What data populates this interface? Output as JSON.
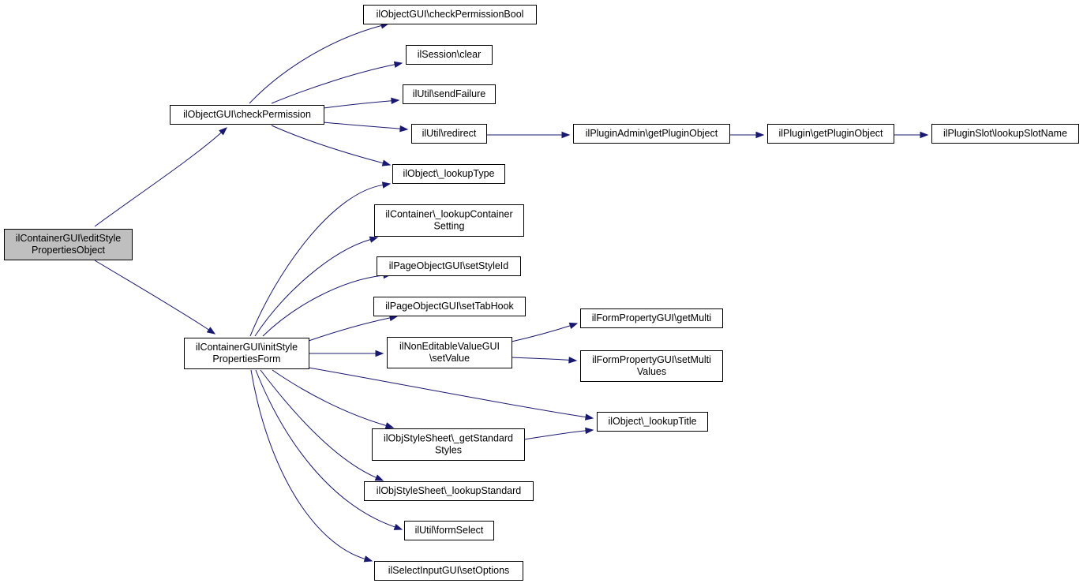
{
  "graph": {
    "nodes": [
      {
        "id": "root",
        "lines": [
          "ilContainerGUI\\editStyle",
          "PropertiesObject"
        ],
        "highlight": true
      },
      {
        "id": "checkPermission",
        "lines": [
          "ilObjectGUI\\checkPermission"
        ]
      },
      {
        "id": "initForm",
        "lines": [
          "ilContainerGUI\\initStyle",
          "PropertiesForm"
        ]
      },
      {
        "id": "checkPermissionBool",
        "lines": [
          "ilObjectGUI\\checkPermissionBool"
        ]
      },
      {
        "id": "sessionClear",
        "lines": [
          "ilSession\\clear"
        ]
      },
      {
        "id": "sendFailure",
        "lines": [
          "ilUtil\\sendFailure"
        ]
      },
      {
        "id": "redirect",
        "lines": [
          "ilUtil\\redirect"
        ]
      },
      {
        "id": "lookupType",
        "lines": [
          "ilObject\\_lookupType"
        ]
      },
      {
        "id": "lookupContainerSetting",
        "lines": [
          "ilContainer\\_lookupContainer",
          "Setting"
        ]
      },
      {
        "id": "setStyleId",
        "lines": [
          "ilPageObjectGUI\\setStyleId"
        ]
      },
      {
        "id": "setTabHook",
        "lines": [
          "ilPageObjectGUI\\setTabHook"
        ]
      },
      {
        "id": "nonEditSetValue",
        "lines": [
          "ilNonEditableValueGUI",
          "\\setValue"
        ]
      },
      {
        "id": "getStandardStyles",
        "lines": [
          "ilObjStyleSheet\\_getStandard",
          "Styles"
        ]
      },
      {
        "id": "lookupStandard",
        "lines": [
          "ilObjStyleSheet\\_lookupStandard"
        ]
      },
      {
        "id": "formSelect",
        "lines": [
          "ilUtil\\formSelect"
        ]
      },
      {
        "id": "setOptions",
        "lines": [
          "ilSelectInputGUI\\setOptions"
        ]
      },
      {
        "id": "pluginAdminGet",
        "lines": [
          "ilPluginAdmin\\getPluginObject"
        ]
      },
      {
        "id": "pluginGet",
        "lines": [
          "ilPlugin\\getPluginObject"
        ]
      },
      {
        "id": "lookupSlotName",
        "lines": [
          "ilPluginSlot\\lookupSlotName"
        ]
      },
      {
        "id": "getMulti",
        "lines": [
          "ilFormPropertyGUI\\getMulti"
        ]
      },
      {
        "id": "setMultiValues",
        "lines": [
          "ilFormPropertyGUI\\setMulti",
          "Values"
        ]
      },
      {
        "id": "lookupTitle",
        "lines": [
          "ilObject\\_lookupTitle"
        ]
      }
    ],
    "edges": [
      {
        "from": "root",
        "to": "checkPermission"
      },
      {
        "from": "root",
        "to": "initForm"
      },
      {
        "from": "checkPermission",
        "to": "checkPermissionBool"
      },
      {
        "from": "checkPermission",
        "to": "sessionClear"
      },
      {
        "from": "checkPermission",
        "to": "sendFailure"
      },
      {
        "from": "checkPermission",
        "to": "redirect"
      },
      {
        "from": "checkPermission",
        "to": "lookupType"
      },
      {
        "from": "redirect",
        "to": "pluginAdminGet"
      },
      {
        "from": "pluginAdminGet",
        "to": "pluginGet"
      },
      {
        "from": "pluginGet",
        "to": "lookupSlotName"
      },
      {
        "from": "initForm",
        "to": "lookupType"
      },
      {
        "from": "initForm",
        "to": "lookupContainerSetting"
      },
      {
        "from": "initForm",
        "to": "setStyleId"
      },
      {
        "from": "initForm",
        "to": "setTabHook"
      },
      {
        "from": "initForm",
        "to": "nonEditSetValue"
      },
      {
        "from": "initForm",
        "to": "lookupTitle"
      },
      {
        "from": "initForm",
        "to": "getStandardStyles"
      },
      {
        "from": "initForm",
        "to": "lookupStandard"
      },
      {
        "from": "initForm",
        "to": "formSelect"
      },
      {
        "from": "initForm",
        "to": "setOptions"
      },
      {
        "from": "nonEditSetValue",
        "to": "getMulti"
      },
      {
        "from": "nonEditSetValue",
        "to": "setMultiValues"
      },
      {
        "from": "getStandardStyles",
        "to": "lookupTitle"
      }
    ]
  }
}
